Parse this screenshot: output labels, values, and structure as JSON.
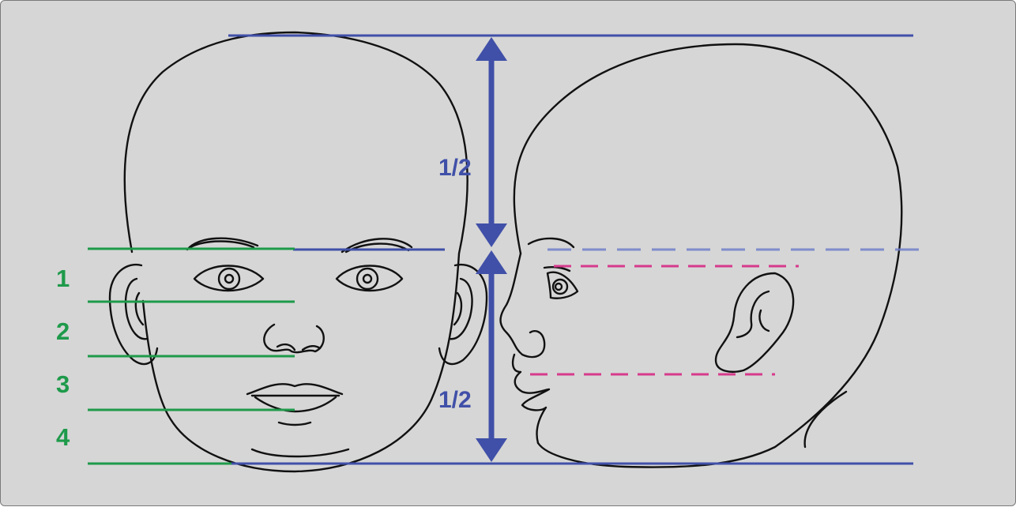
{
  "proportions": {
    "upper_half_label": "1/2",
    "lower_half_label": "1/2",
    "section_numbers": [
      "1",
      "2",
      "3",
      "4"
    ]
  },
  "colors": {
    "background": "#d6d6d6",
    "guide_blue": "#4050a8",
    "guide_green": "#1e9a4a",
    "guide_pink": "#d63a8c",
    "outline": "#111111"
  }
}
